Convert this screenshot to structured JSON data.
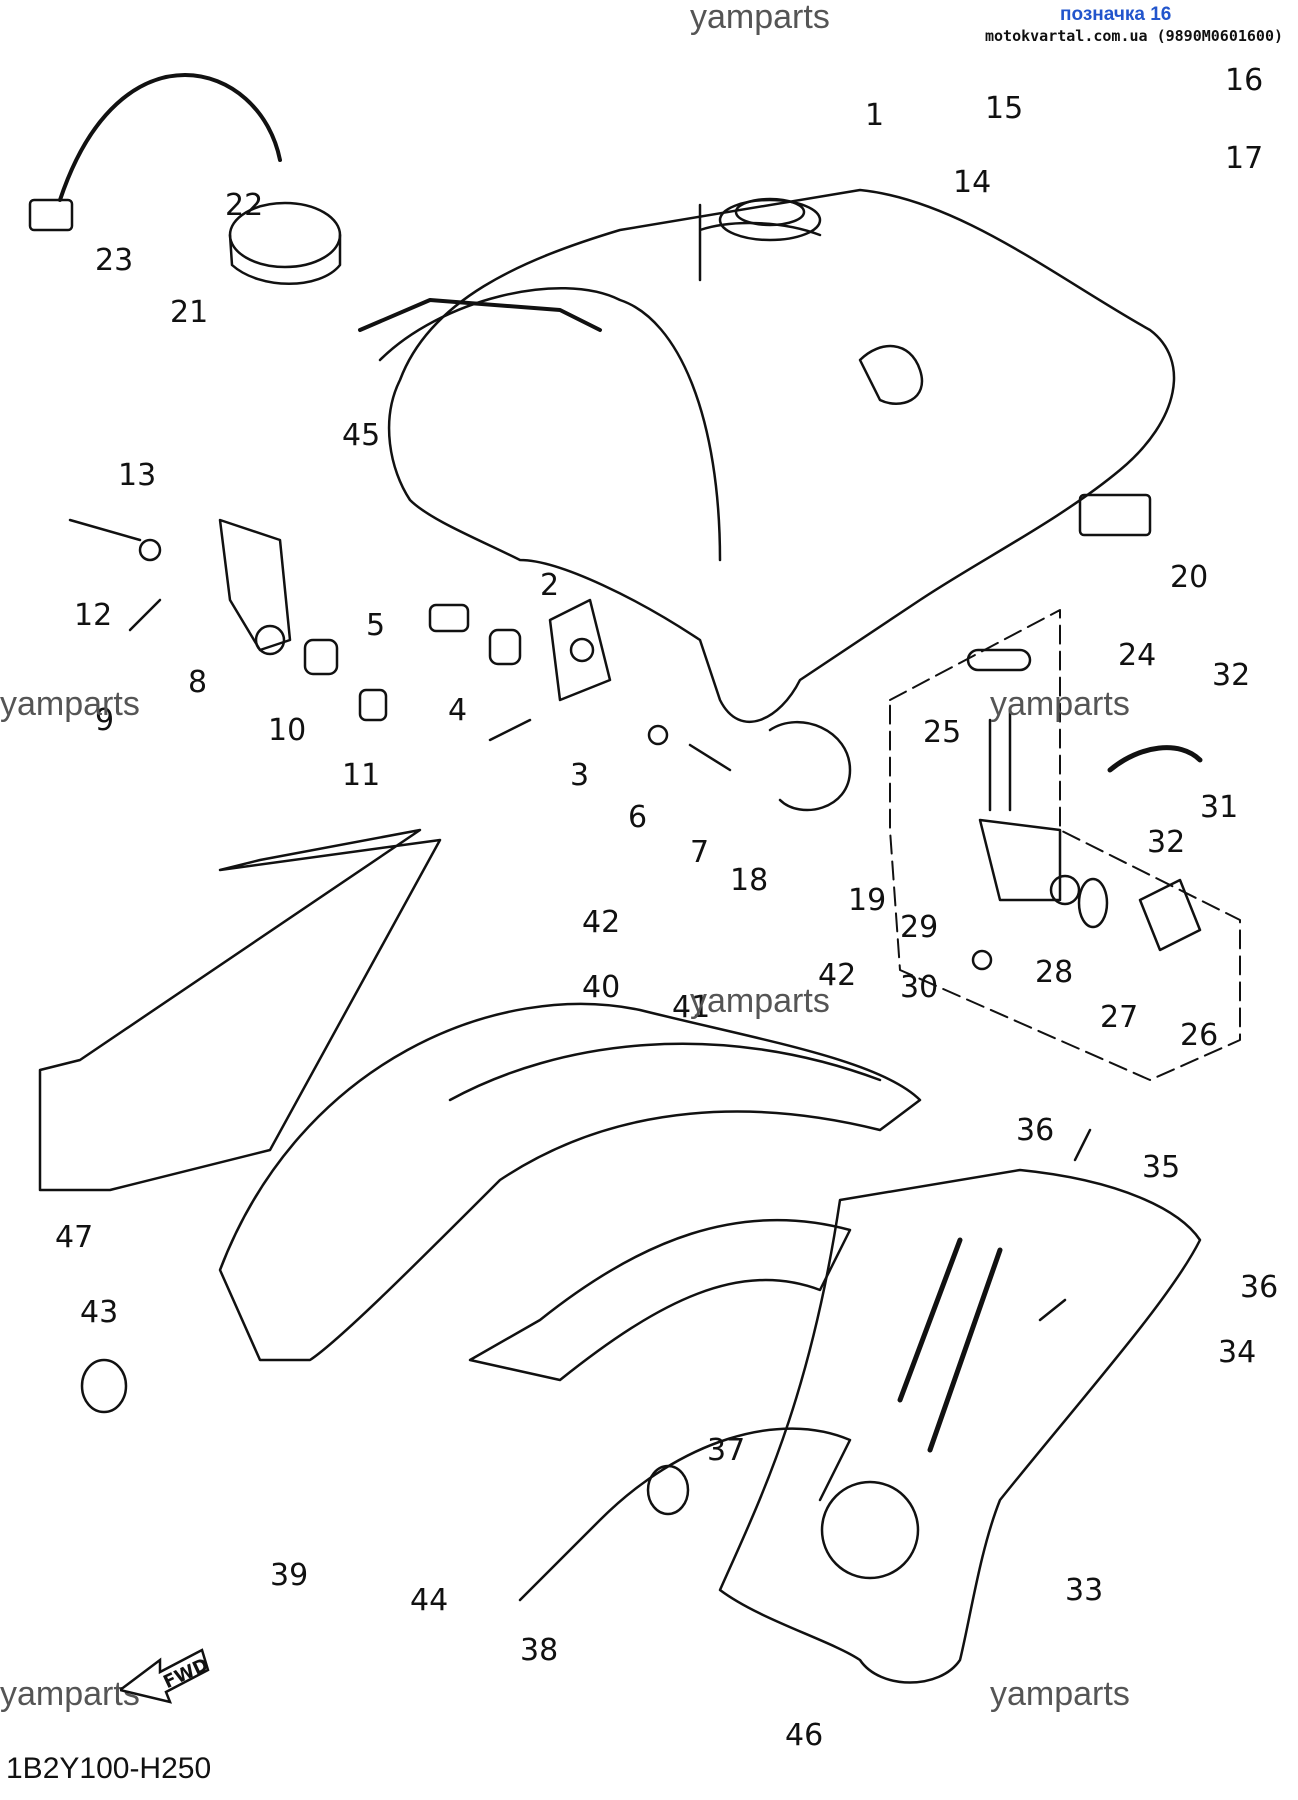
{
  "header": {
    "link_text": "позначка 16",
    "source_text": "motokvartal.com.ua (9890M0601600)"
  },
  "watermark": "yamparts",
  "diagram_code": "1B2Y100-H250",
  "fwd_label": "FWD",
  "callouts": [
    "1",
    "2",
    "3",
    "4",
    "5",
    "6",
    "7",
    "8",
    "9",
    "10",
    "11",
    "12",
    "13",
    "14",
    "15",
    "16",
    "17",
    "18",
    "19",
    "20",
    "21",
    "22",
    "23",
    "24",
    "25",
    "26",
    "27",
    "28",
    "29",
    "30",
    "31",
    "32",
    "33",
    "34",
    "35",
    "36",
    "37",
    "38",
    "39",
    "40",
    "41",
    "42",
    "43",
    "44",
    "45",
    "46",
    "47"
  ],
  "colors": {
    "link": "#2255cc",
    "line": "#111111",
    "watermark": "#555555"
  }
}
